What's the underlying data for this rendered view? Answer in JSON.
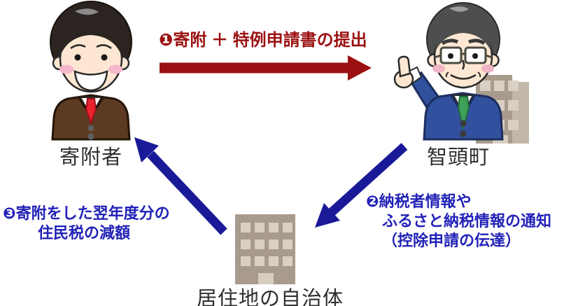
{
  "actors": {
    "donor": {
      "label": "寄附者"
    },
    "town": {
      "label": "智頭町"
    },
    "municipality": {
      "label": "居住地の自治体"
    }
  },
  "flows": {
    "donation": {
      "label": "❶寄附 ＋ 特例申請書の提出"
    },
    "notification": {
      "line1": "❷納税者情報や",
      "line2": "ふるさと納税情報の通知",
      "line3": "（控除申請の伝達）"
    },
    "reduction": {
      "line1": "❸寄附をした翌年度分の",
      "line2": "住民税の減額"
    }
  },
  "colors": {
    "donation_arrow": "#9b1111",
    "blue_arrow": "#1a1a99",
    "red_text": "#9b1111",
    "blue_text": "#2222b8",
    "wall": "#a89a8c",
    "wall_light": "#c3b7a9",
    "window": "#d9d0c3",
    "donor_suit": "#5d3a22",
    "donor_tie": "#e8232e",
    "official_suit": "#31519e",
    "official_tie": "#3fa05a",
    "skin": "#fde7d2",
    "cheek": "#f6b7ca",
    "hair_black": "#2b2420",
    "hair_gray": "#4e4e4e"
  }
}
